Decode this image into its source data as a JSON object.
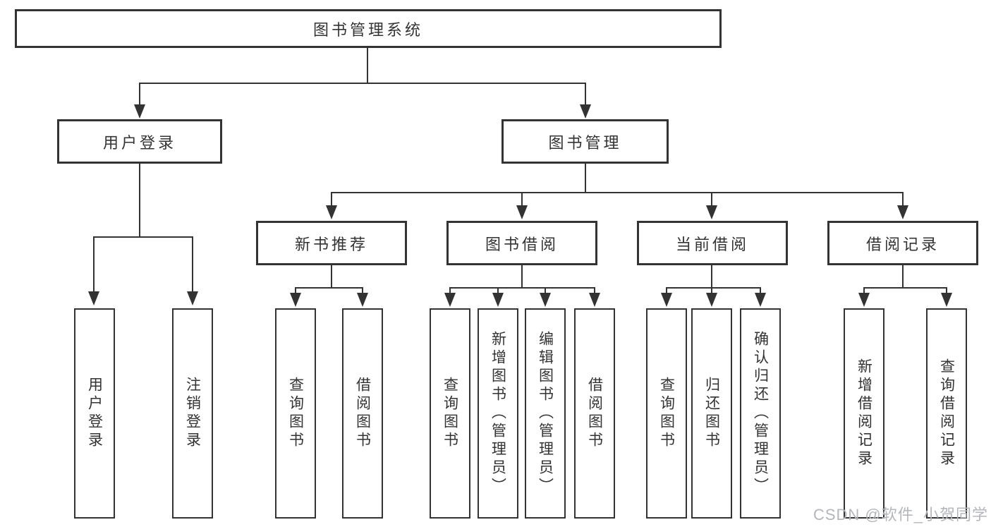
{
  "tree": {
    "root": "图书管理系统",
    "children": [
      {
        "label": "用户登录",
        "leaves": [
          "用户登录",
          "注销登录"
        ]
      },
      {
        "label": "图书管理",
        "children": [
          {
            "label": "新书推荐",
            "leaves": [
              "查询图书",
              "借阅图书"
            ]
          },
          {
            "label": "图书借阅",
            "leaves": [
              "查询图书",
              "新增图书（管理员）",
              "编辑图书（管理员）",
              "借阅图书"
            ]
          },
          {
            "label": "当前借阅",
            "leaves": [
              "查询图书",
              "归还图书",
              "确认归还（管理员）"
            ]
          },
          {
            "label": "借阅记录",
            "leaves": [
              "新增借阅记录",
              "查询借阅记录"
            ]
          }
        ]
      }
    ]
  },
  "watermark": "CSDN @软件_小贺同学",
  "colors": {
    "line": "#333333",
    "text": "#333333",
    "watermark_text": "#b3b6bb",
    "background": "#ffffff"
  }
}
